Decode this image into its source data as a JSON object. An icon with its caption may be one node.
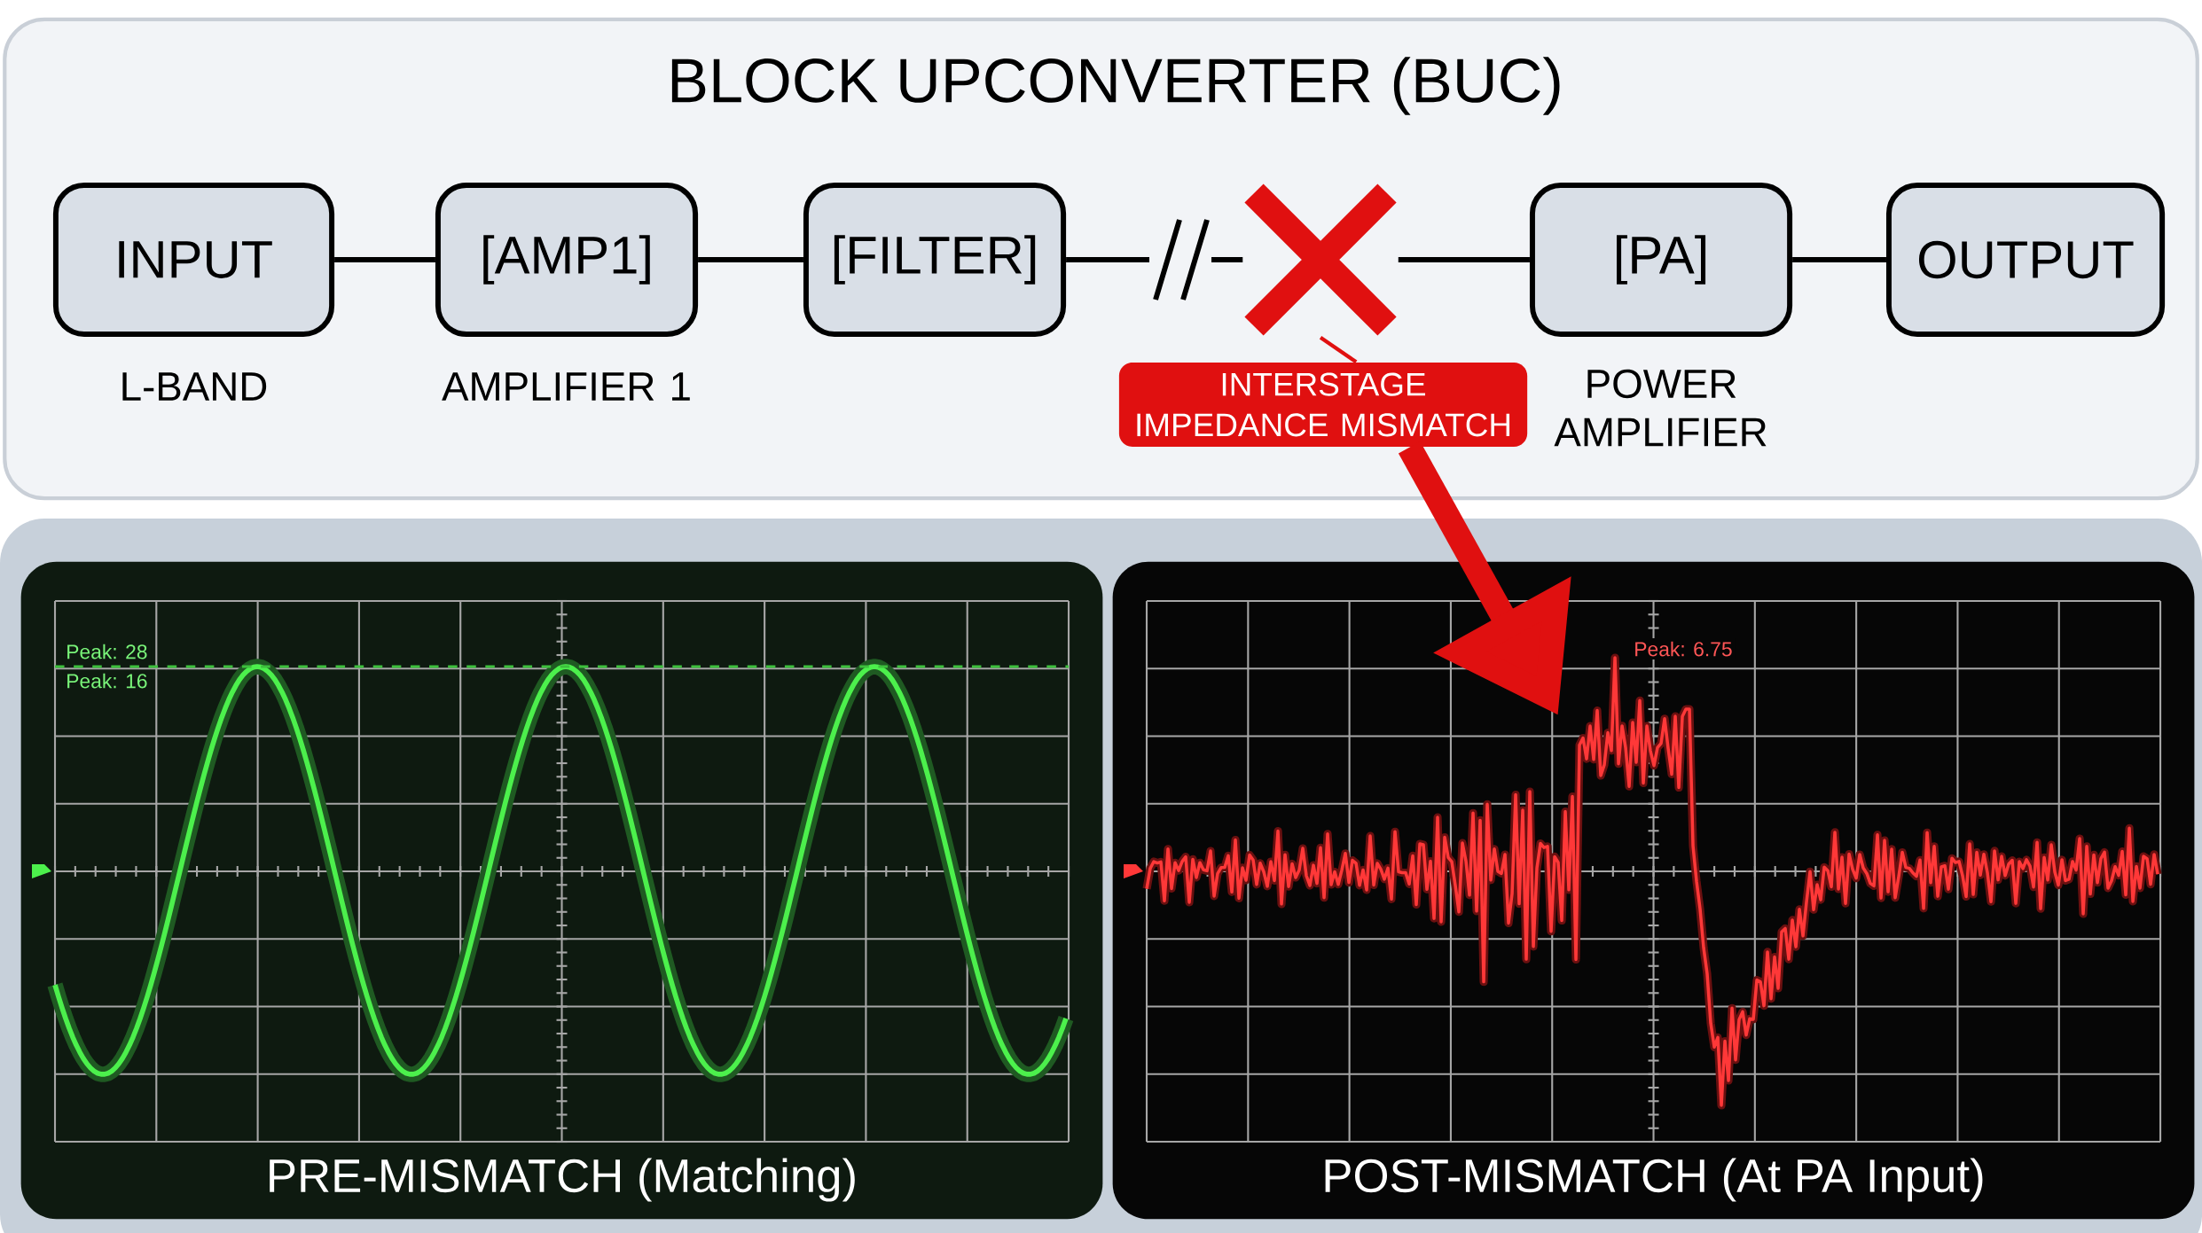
{
  "diagram": {
    "nodes": [
      {
        "text": [
          "BLOCK UPCONVERTER (BUC)"
        ]
      },
      {
        "text": [
          "INPUT"
        ],
        "in": 0,
        "beside": [
          "L-BAND"
        ]
      },
      {
        "text": [
          "[AMP1]"
        ],
        "in": 0,
        "beside": [
          "AMPLIFIER 1"
        ]
      },
      {
        "text": [
          "[FILTER]"
        ],
        "in": 0
      },
      {
        "text": [],
        "shape": "cross",
        "in": 0
      },
      {
        "text": [
          "[PA]"
        ],
        "in": 0,
        "beside": [
          "POWER AMPLIFIER"
        ]
      },
      {
        "text": [
          "OUTPUT"
        ],
        "in": 0
      },
      {
        "text": [
          "INTERSTAGE IMPEDANCE MISMATCH"
        ],
        "in": 0
      },
      {
        "text": [
          "PRE-MISMATCH (Matching)"
        ]
      },
      {
        "text": [
          "POST-MISMATCH (At PA Input)"
        ]
      }
    ],
    "edges": [
      {
        "from": 1,
        "to": 2,
        "arrow": "none"
      },
      {
        "from": 2,
        "to": 3,
        "arrow": "none"
      },
      {
        "from": 3,
        "to": 4,
        "arrow": "none"
      },
      {
        "from": 4,
        "to": 5,
        "arrow": "none"
      },
      {
        "from": 5,
        "to": 6,
        "arrow": "none"
      },
      {
        "from": 4,
        "to": 7,
        "arrow": "none",
        "color": "#e01010"
      },
      {
        "from": 7,
        "to": 9,
        "arrow": "to",
        "style": "thick",
        "color": "#e01010"
      }
    ],
    "labels": [
      "Peak: 28",
      "Peak: 16",
      "Peak: 6.75"
    ]
  }
}
